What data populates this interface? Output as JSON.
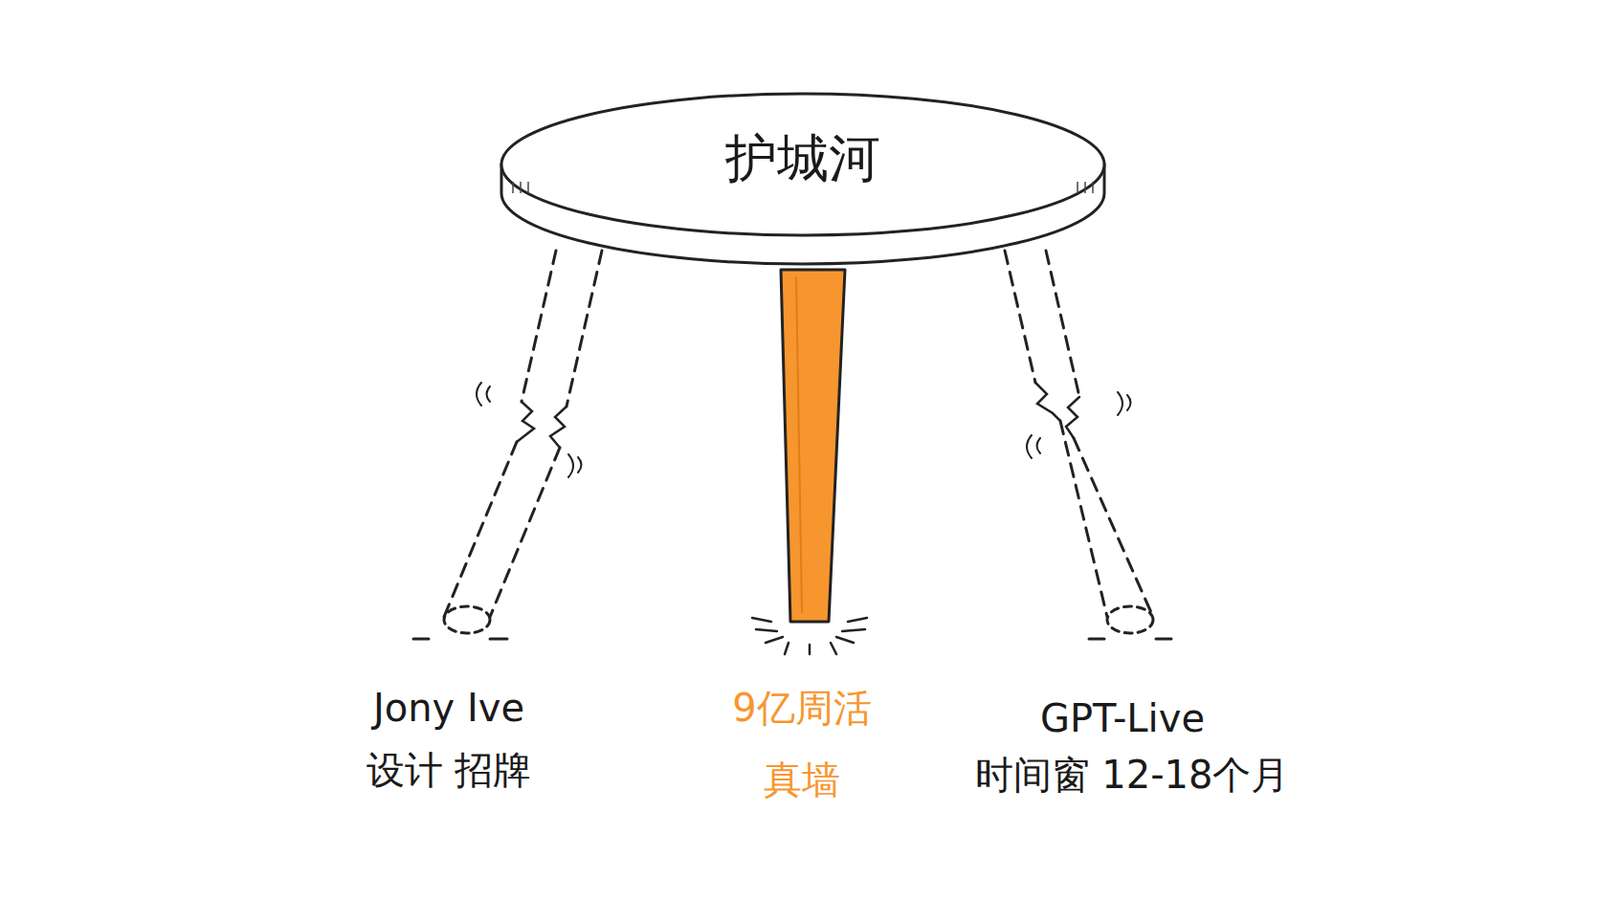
{
  "diagram": {
    "nodes": [
      {
        "text": [
          "护城河"
        ]
      }
    ],
    "labels": [
      "Jony Ive",
      "设计 招牌",
      "9亿周活",
      "真墙",
      "GPT-Live",
      "时间窗 12-18个月"
    ]
  }
}
